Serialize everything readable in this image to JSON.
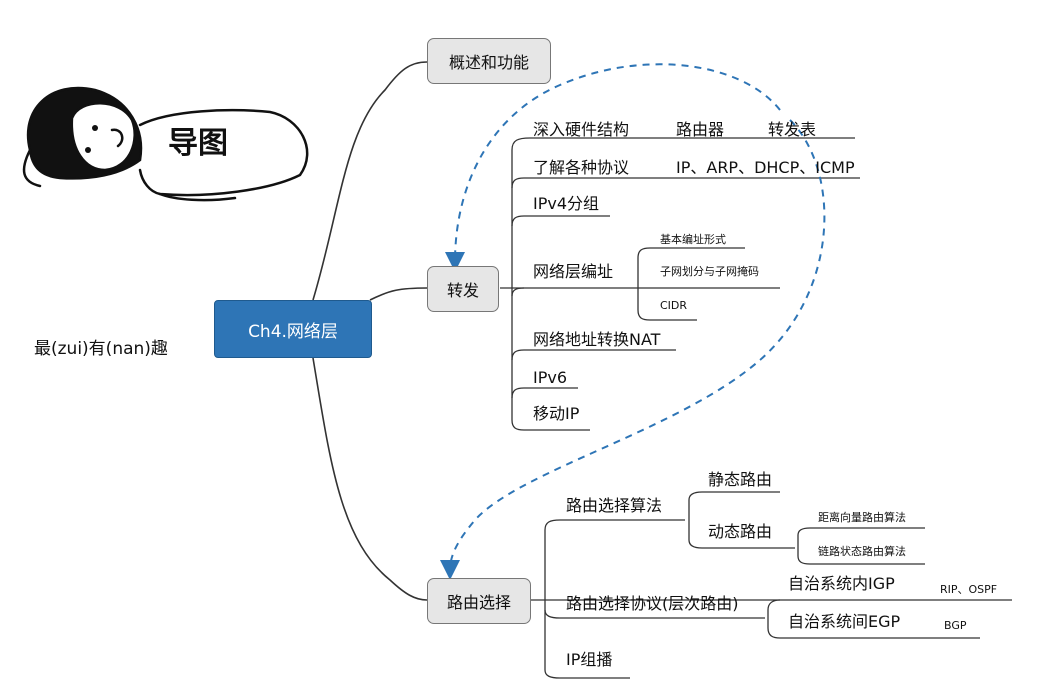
{
  "center": "Ch4.网络层",
  "left_caption": "最(zui)有(nan)趣",
  "title": "导图",
  "branches": {
    "overview": "概述和功能",
    "forward": "转发",
    "routing": "路由选择"
  },
  "forward_items": {
    "hardware": "深入硬件结构",
    "router": "路由器",
    "table": "转发表",
    "protocols": "了解各种协议",
    "protocol_list": "IP、ARP、DHCP、ICMP",
    "ipv4": "IPv4分组",
    "addressing": "网络层编址",
    "addr_basic": "基本编址形式",
    "addr_subnet": "子网划分与子网掩码",
    "addr_cidr": "CIDR",
    "nat": "网络地址转换NAT",
    "ipv6": "IPv6",
    "mobile": "移动IP"
  },
  "routing_items": {
    "algorithm": "路由选择算法",
    "static": "静态路由",
    "dynamic": "动态路由",
    "distance_vector": "距离向量路由算法",
    "link_state": "链路状态路由算法",
    "protocol": "路由选择协议(层次路由)",
    "igp": "自治系统内IGP",
    "igp_list": "RIP、OSPF",
    "egp": "自治系统间EGP",
    "egp_list": "BGP",
    "multicast": "IP组播"
  },
  "colors": {
    "center_fill": "#2e75b6",
    "node_fill": "#e6e6e6",
    "dashed_arrow": "#2e75b6",
    "line": "#333333"
  }
}
